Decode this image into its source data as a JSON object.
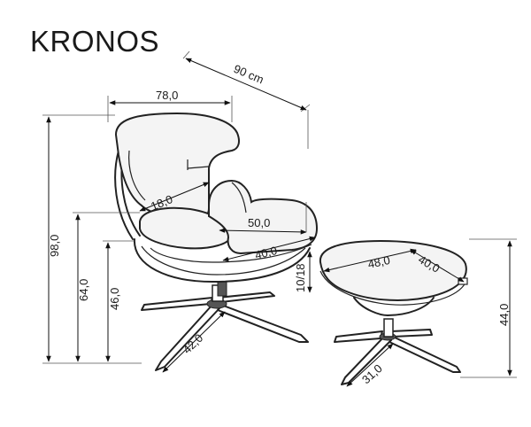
{
  "product": {
    "name": "KRONOS"
  },
  "dimensions": {
    "overall_depth": "90 cm",
    "backrest_width": "78,0",
    "headrest_depth": "18,0",
    "seat_width": "50,0",
    "seat_depth": "40,0",
    "armrest_thickness": "10/18",
    "total_height": "98,0",
    "armrest_height": "64,0",
    "seat_height": "46,0",
    "chair_base": "42,0",
    "footstool_width": "48,0",
    "footstool_depth": "40,0",
    "footstool_height": "44,0",
    "footstool_base": "31,0"
  },
  "colors": {
    "line": "#222222",
    "text": "#1a1a1a",
    "background": "#ffffff"
  }
}
